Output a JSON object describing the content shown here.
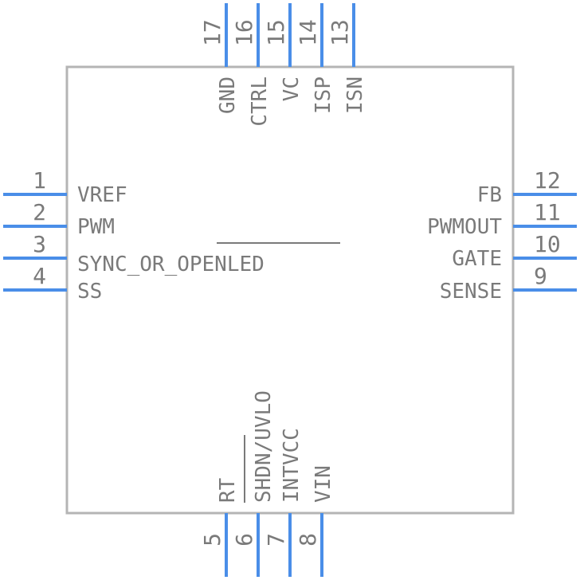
{
  "pins": {
    "left": [
      {
        "number": "1",
        "name": "VREF"
      },
      {
        "number": "2",
        "name": "PWM"
      },
      {
        "number": "3",
        "name": "SYNC_OR_OPENLED"
      },
      {
        "number": "4",
        "name": "SS"
      }
    ],
    "right": [
      {
        "number": "12",
        "name": "FB"
      },
      {
        "number": "11",
        "name": "PWMOUT"
      },
      {
        "number": "10",
        "name": "GATE"
      },
      {
        "number": "9",
        "name": "SENSE"
      }
    ],
    "top": [
      {
        "number": "17",
        "name": "GND"
      },
      {
        "number": "16",
        "name": "CTRL"
      },
      {
        "number": "15",
        "name": "VC"
      },
      {
        "number": "14",
        "name": "ISP"
      },
      {
        "number": "13",
        "name": "ISN"
      }
    ],
    "bottom": [
      {
        "number": "5",
        "name": "RT"
      },
      {
        "number": "6",
        "name": "SHDN/UVLO"
      },
      {
        "number": "7",
        "name": "INTVCC"
      },
      {
        "number": "8",
        "name": "VIN"
      }
    ]
  },
  "colors": {
    "pin": "#4a8ee8",
    "body_outline": "#b5b5b5",
    "text": "#7a7a7a"
  }
}
